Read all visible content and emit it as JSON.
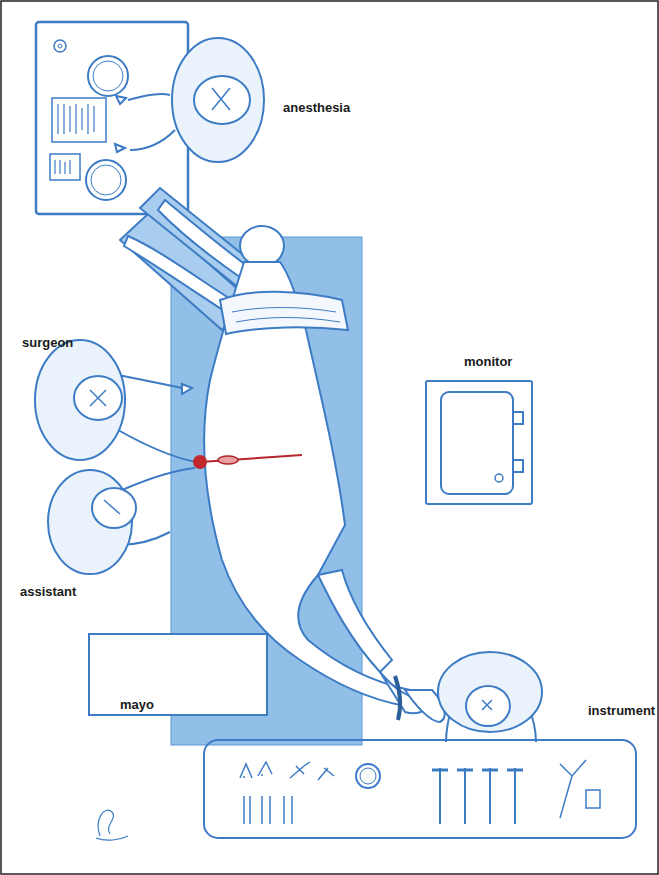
{
  "diagram": {
    "nodes": [
      {
        "text": [
          "monitor"
        ]
      },
      {
        "text": [
          "mayo"
        ]
      }
    ],
    "labels": [
      "anesthesia",
      "surgeon",
      "assistant",
      "instrument"
    ]
  }
}
